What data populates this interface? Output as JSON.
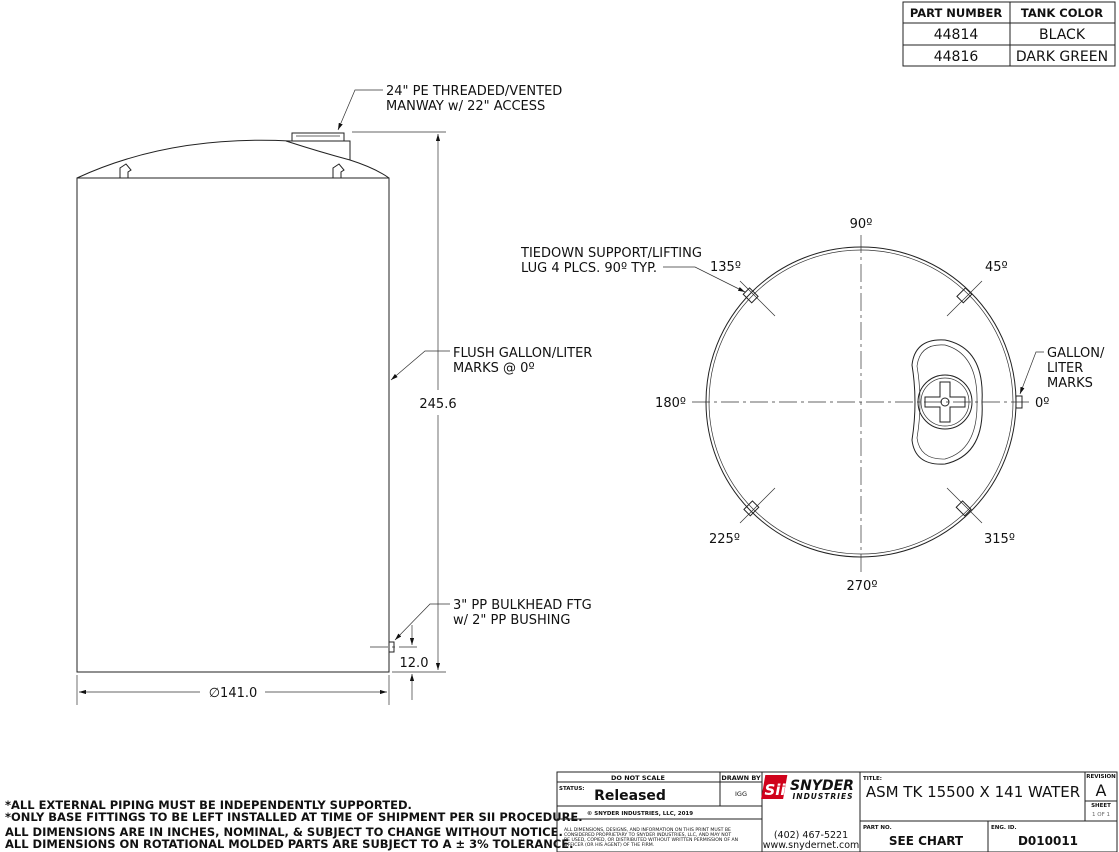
{
  "parts_table": {
    "headers": [
      "PART NUMBER",
      "TANK COLOR"
    ],
    "rows": [
      [
        "44814",
        "BLACK"
      ],
      [
        "44816",
        "DARK GREEN"
      ]
    ]
  },
  "elevation": {
    "manway_callout": [
      "24\" PE THREADED/VENTED",
      "MANWAY w/ 22\" ACCESS"
    ],
    "gallon_callout": [
      "FLUSH GALLON/LITER",
      "MARKS @ 0º"
    ],
    "bulkhead_callout": [
      "3\" PP BULKHEAD FTG",
      "w/ 2\" PP BUSHING"
    ],
    "height_dim": "245.6",
    "fitting_height_dim": "12.0",
    "diameter_dim": "∅141.0"
  },
  "plan": {
    "tiedown_callout": [
      "TIEDOWN SUPPORT/LIFTING",
      "LUG 4 PLCS. 90º TYP."
    ],
    "gallon_callout": [
      "GALLON/",
      "LITER",
      "MARKS"
    ],
    "angles": {
      "a0": "0º",
      "a45": "45º",
      "a90": "90º",
      "a135": "135º",
      "a180": "180º",
      "a225": "225º",
      "a270": "270º",
      "a315": "315º"
    }
  },
  "notes": [
    "*ALL EXTERNAL PIPING MUST BE INDEPENDENTLY SUPPORTED.",
    "*ONLY BASE FITTINGS TO BE LEFT INSTALLED AT TIME OF SHIPMENT PER SII PROCEDURE.",
    "ALL DIMENSIONS ARE IN INCHES, NOMINAL, & SUBJECT TO CHANGE WITHOUT NOTICE.",
    "ALL DIMENSIONS ON ROTATIONAL MOLDED PARTS ARE SUBJECT TO A ± 3% TOLERANCE."
  ],
  "title_block": {
    "do_not_scale": "DO NOT SCALE",
    "drawn_by_label": "DRAWN BY",
    "drawn_by": "IGG",
    "status_label": "STATUS:",
    "status": "Released",
    "copyright": "© SNYDER INDUSTRIES, LLC, 2019",
    "proprietary": [
      "ALL DIMENSIONS, DESIGNS, AND INFORMATION ON THIS PRINT MUST BE",
      "CONSIDERED PROPRIETARY TO SNYDER INDUSTRIES, LLC, AND MAY NOT",
      "BE USED, COPIED, OR DISTRIBUTED WITHOUT WRITTEN PERMISSION OF AN",
      "OFFICER (OR HIS AGENT) OF THE FIRM."
    ],
    "logo": {
      "mark": "Sii",
      "name": "SNYDER",
      "sub": "INDUSTRIES",
      "color": "#d0021b"
    },
    "phone": "(402) 467-5221",
    "website": "www.snydernet.com",
    "title_label": "TITLE:",
    "title": "ASM TK 15500 X 141 WATER",
    "revision_label": "REVISION",
    "revision": "A",
    "sheet_label": "SHEET",
    "sheet": "1 OF 1",
    "part_no_label": "PART NO.",
    "part_no": "SEE CHART",
    "eng_id_label": "ENG. ID.",
    "eng_id": "D010011"
  }
}
